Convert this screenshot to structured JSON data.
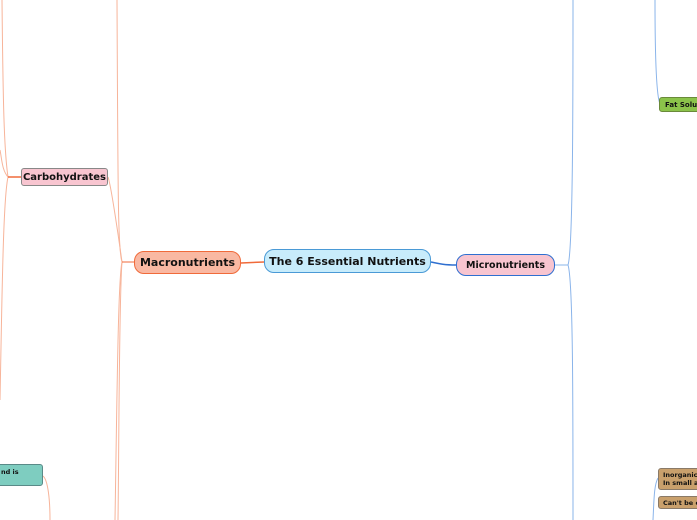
{
  "central": {
    "label": "The 6 Essential Nutrients"
  },
  "branches": {
    "macronutrients": {
      "label": "Macronutrients"
    },
    "micronutrients": {
      "label": "Micronutrients"
    },
    "carbohydrates": {
      "label": "Carbohydrates"
    },
    "partial_teal": {
      "label": "nd is"
    },
    "fat_soluble": {
      "label": "Fat Solu"
    },
    "inorganic": {
      "line1": "Inorganic",
      "line2": "In small a"
    },
    "cant_be": {
      "label": "Can't be c"
    }
  },
  "colors": {
    "central": "#c8ecfb",
    "macro": "#f9b8a2",
    "micro": "#f8c5d0",
    "carb": "#f8c5d0",
    "teal": "#7ecdc0",
    "green": "#8bc34a",
    "tan": "#c9a06c",
    "macro_line": "#f4a080",
    "micro_line": "#8ab4ea"
  }
}
